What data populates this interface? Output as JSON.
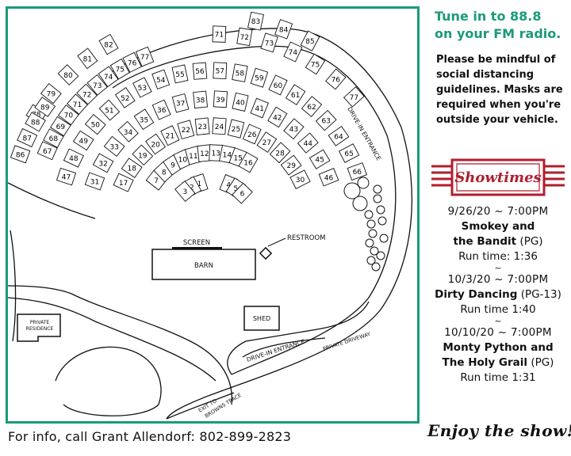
{
  "map": {
    "screen_label": "SCREEN",
    "barn_label": "BARN",
    "restroom_label": "RESTROOM",
    "shed_label": "SHED",
    "residence_label_line1": "PRIVATE",
    "residence_label_line2": "RESIDENCE",
    "entrance_upper_label": "DRIVE-IN ENTRANCE",
    "entrance_lower_label": "DRIVE-IN ENTRANCE",
    "driveway_label": "PRIVATE DRIVEWAY",
    "exit_label_line1": "EXIT TO",
    "exit_label_line2": "BROWNS TRACE",
    "spots": [
      "1",
      "2",
      "3",
      "4",
      "5",
      "6",
      "7",
      "8",
      "9",
      "10",
      "11",
      "12",
      "13",
      "14",
      "15",
      "16",
      "17",
      "18",
      "19",
      "20",
      "21",
      "22",
      "23",
      "24",
      "25",
      "26",
      "27",
      "28",
      "29",
      "30",
      "31",
      "32",
      "33",
      "34",
      "35",
      "36",
      "37",
      "38",
      "39",
      "40",
      "41",
      "42",
      "43",
      "44",
      "45",
      "46",
      "47",
      "48",
      "49",
      "50",
      "51",
      "52",
      "53",
      "54",
      "55",
      "56",
      "57",
      "58",
      "59",
      "60",
      "61",
      "62",
      "63",
      "64",
      "65",
      "66",
      "67",
      "68",
      "69",
      "70",
      "71",
      "72",
      "73",
      "74",
      "75",
      "76",
      "77",
      "78",
      "79",
      "80",
      "81",
      "82",
      "83",
      "84",
      "85",
      "86",
      "87",
      "88",
      "89"
    ]
  },
  "info_line": "For info, call Grant Allendorf: 802-899-2823",
  "sidebar": {
    "tune_line1": "Tune in to 88.8",
    "tune_line2": "on your FM radio.",
    "notice": "Please be mindful of social distancing guidelines. Masks are required when you're outside your vehicle.",
    "banner_label": "Showtimes",
    "separator": "~",
    "shows": [
      {
        "date": "9/26/20 ~ 7:00PM",
        "title_line1": "Smokey and",
        "title_line2": "the Bandit",
        "rating": "(PG)",
        "runtime": "Run time: 1:36"
      },
      {
        "date": "10/3/20 ~ 7:00PM",
        "title_line1": "Dirty Dancing",
        "title_line2": "",
        "rating": "(PG-13)",
        "runtime": "Run time 1:40"
      },
      {
        "date": "10/10/20 ~ 7:00PM",
        "title_line1": "Monty Python and",
        "title_line2": "The Holy Grail",
        "rating": "(PG)",
        "runtime": "Run time 1:31"
      }
    ],
    "enjoy": "Enjoy the show!"
  },
  "colors": {
    "accent": "#1a9a7a",
    "banner_red": "#b01e2e"
  }
}
